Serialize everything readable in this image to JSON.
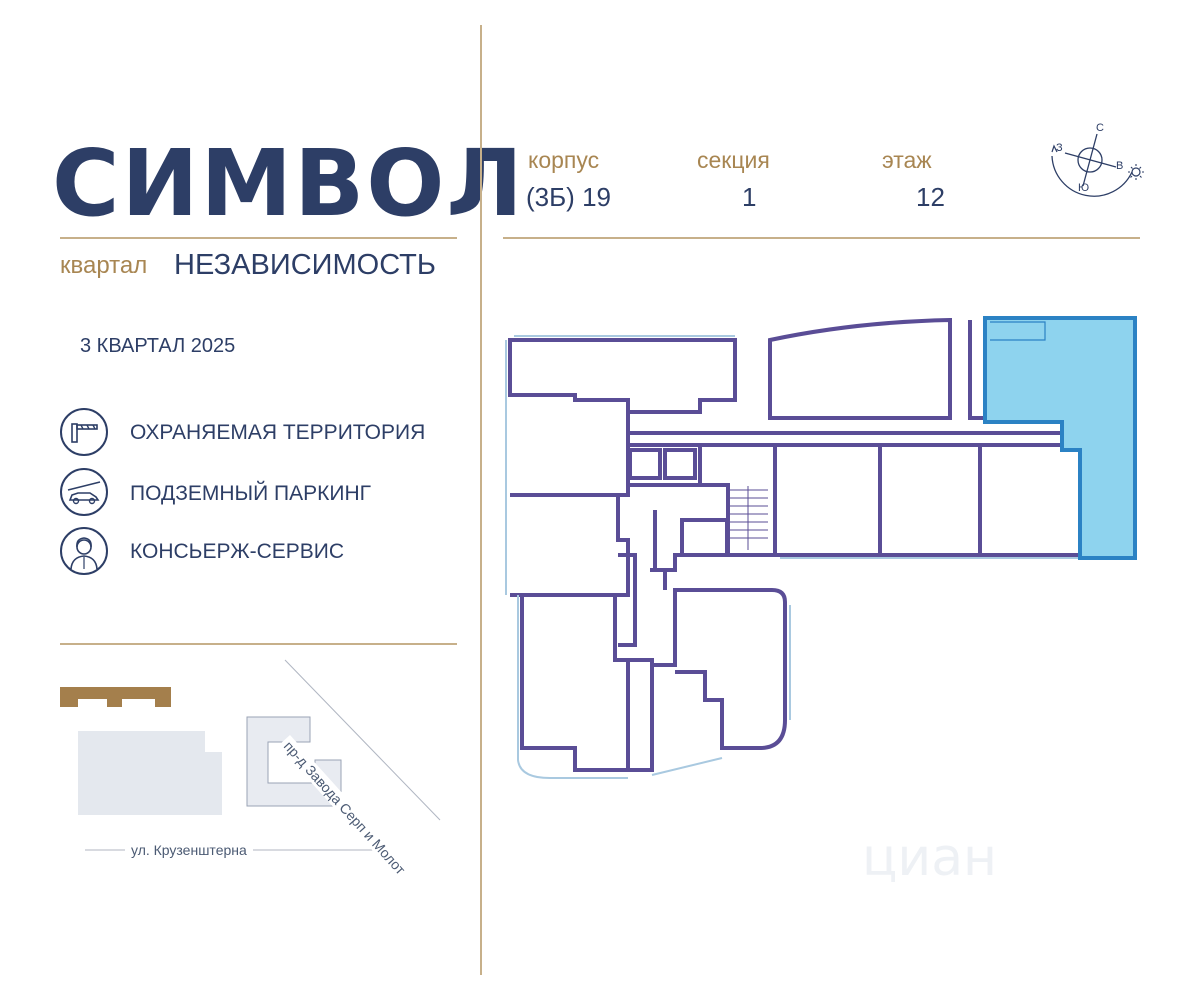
{
  "brand": {
    "name": "СИМВОЛ",
    "district_label": "квартал",
    "district_name": "НЕЗАВИСИМОСТЬ"
  },
  "completion": "3 КВАРТАЛ 2025",
  "features": [
    {
      "label": "ОХРАНЯЕМАЯ ТЕРРИТОРИЯ",
      "icon": "barrier-icon"
    },
    {
      "label": "ПОДЗЕМНЫЙ ПАРКИНГ",
      "icon": "car-icon"
    },
    {
      "label": "КОНСЬЕРЖ-СЕРВИС",
      "icon": "concierge-icon"
    }
  ],
  "header": {
    "building_label": "корпус",
    "building_value": "(3Б) 19",
    "section_label": "секция",
    "section_value": "1",
    "floor_label": "этаж",
    "floor_value": "12"
  },
  "compass": {
    "n": "С",
    "w": "З",
    "e": "В",
    "s": "Ю"
  },
  "site_map": {
    "street_1": "ул. Крузенштерна",
    "street_2": "пр-д Завода Серп и Молот"
  },
  "colors": {
    "accent": "#c7b08a",
    "brand": "#2d3e66",
    "wall": "#5a4d96",
    "highlight": "#8ed3ee",
    "highlight_stroke": "#2b82c4"
  },
  "watermark": "циан"
}
